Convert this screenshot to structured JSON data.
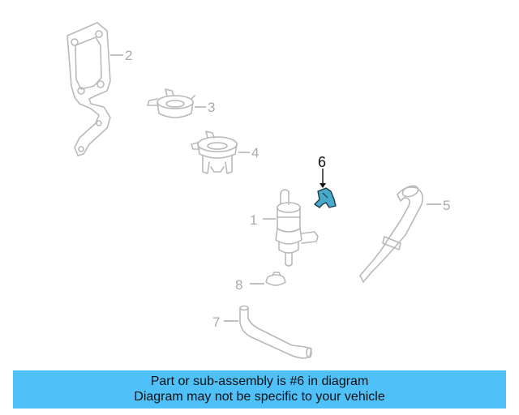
{
  "callouts": {
    "part_1": "1",
    "part_2": "2",
    "part_3": "3",
    "part_4": "4",
    "part_5": "5",
    "part_6": "6",
    "part_7": "7",
    "part_8": "8"
  },
  "highlighted_part": "6",
  "colors": {
    "highlight_part": "#4aa8c8",
    "banner_background": "#4fc0f8",
    "line_art": "#b9b9b9"
  },
  "banner": {
    "line1": "Part or sub-assembly is #6 in diagram",
    "line2": "Diagram may not be specific to your vehicle"
  }
}
